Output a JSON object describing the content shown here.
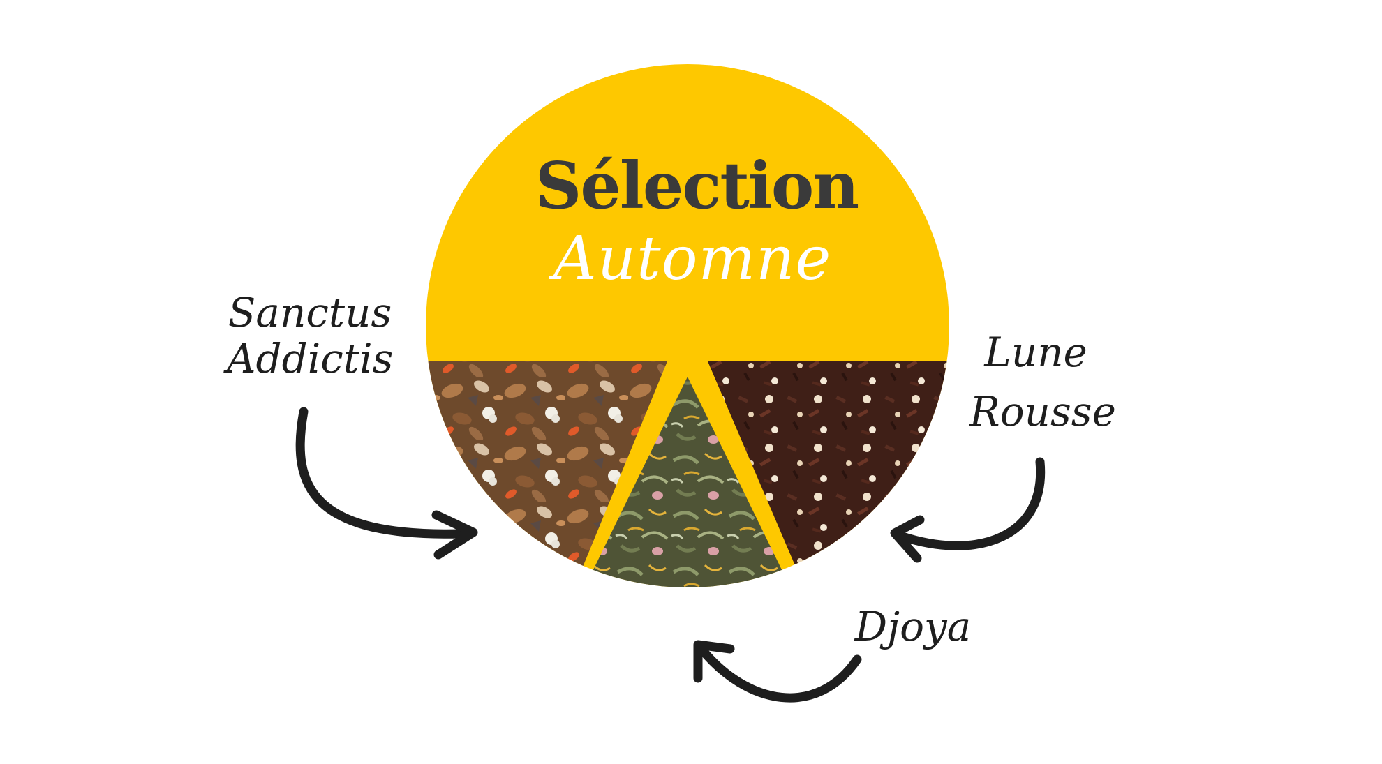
{
  "title": {
    "main": "Sélection",
    "script": "Automne"
  },
  "teas": [
    {
      "line1": "Sanctus",
      "line2": "Addictis"
    },
    {
      "line1": "Lune",
      "line2": "Rousse"
    },
    {
      "line1": "Djoya"
    }
  ],
  "colors": {
    "accent": "#fec800",
    "title_text": "#3a3a3a",
    "script_text": "#ffffff",
    "ink": "#1e1e1e",
    "tea_left_base": "#6e4a2c",
    "tea_middle_base": "#4f5436",
    "tea_right_base": "#3f1f17"
  },
  "icons": [
    "curved-arrow-icon"
  ]
}
